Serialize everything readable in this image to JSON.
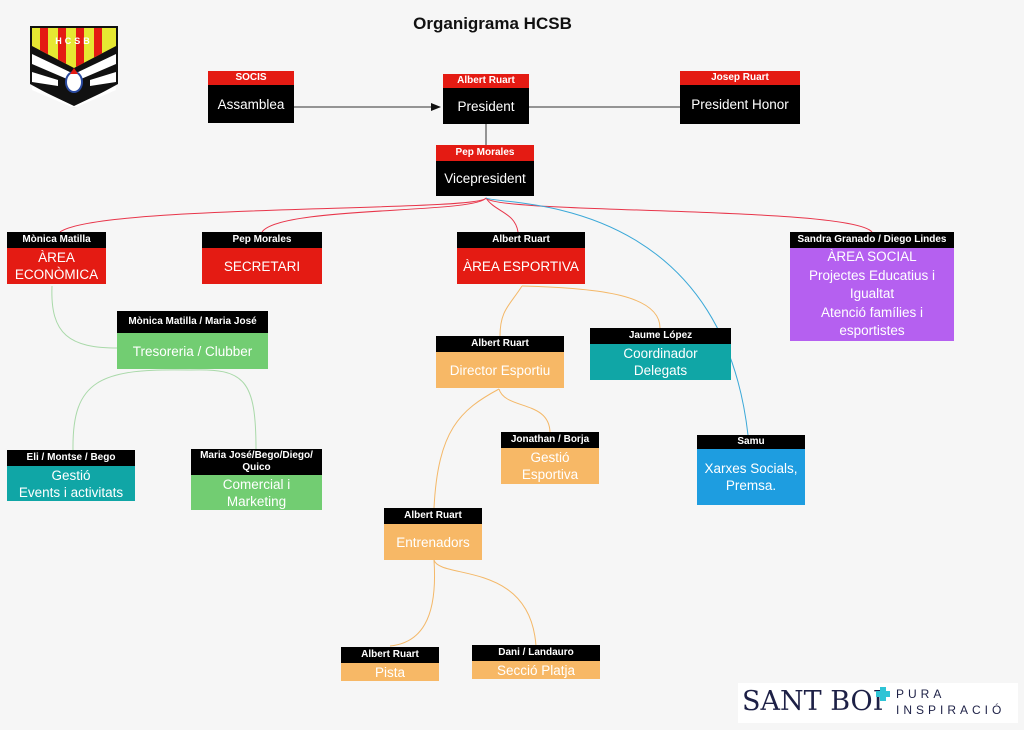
{
  "title": "Organigrama HCSB",
  "logo": {
    "name": "HCSB",
    "letters": "HCSB"
  },
  "colors": {
    "black": "#000000",
    "red": "#e41b13",
    "green": "#72cd72",
    "teal": "#10a6a6",
    "orange": "#f7b866",
    "purple": "#b560f0",
    "blue": "#1e9de0",
    "line_red": "#e8354a",
    "line_blue": "#3aa8d8",
    "line_orange": "#f4b868",
    "line_green": "#a9d9a9"
  },
  "nodes": {
    "assemblea": {
      "person": "SOCIS",
      "role": "Assamblea"
    },
    "president": {
      "person": "Albert Ruart",
      "role": "President"
    },
    "president_honor": {
      "person": "Josep Ruart",
      "role": "President Honor"
    },
    "vicepresident": {
      "person": "Pep Morales",
      "role": "Vicepresident"
    },
    "area_economica": {
      "person": "Mònica Matilla",
      "role_lines": [
        "ÀREA",
        "ECONÒMICA"
      ]
    },
    "secretari": {
      "person": "Pep Morales",
      "role": "SECRETARI"
    },
    "area_esportiva": {
      "person": "Albert Ruart",
      "role": "ÀREA ESPORTIVA"
    },
    "area_social": {
      "person": "Sandra Granado / Diego Lindes",
      "role_lines": [
        "ÀREA SOCIAL",
        "Projectes Educatius i",
        "Igualtat",
        "Atenció famílies i",
        "esportistes"
      ]
    },
    "tresoreria": {
      "person": "Mònica Matilla / Maria José",
      "role": "Tresoreria / Clubber"
    },
    "coordinador": {
      "person": "Jaume López",
      "role_lines": [
        "Coordinador",
        "Delegats"
      ]
    },
    "director_esportiu": {
      "person": "Albert Ruart",
      "role": "Director Esportiu"
    },
    "gestio_events": {
      "person": "Eli / Montse  / Bego",
      "role_lines": [
        "Gestió",
        "Events i activitats"
      ]
    },
    "comercial": {
      "person": "Maria José/Bego/Diego/ Quico",
      "role_lines": [
        "Comercial i",
        "Marketing"
      ]
    },
    "gestio_esportiva": {
      "person": "Jonathan / Borja",
      "role_lines": [
        "Gestió",
        "Esportiva"
      ]
    },
    "xarxes": {
      "person": "Samu",
      "role_lines": [
        "Xarxes Socials,",
        "Premsa."
      ]
    },
    "entrenadors": {
      "person": "Albert Ruart",
      "role": "Entrenadors"
    },
    "pista": {
      "person": "Albert Ruart",
      "role": "Pista"
    },
    "platja": {
      "person": "Dani  / Landauro",
      "role": "Secció Platja"
    }
  },
  "footer_logo": {
    "main": "SANT BOI",
    "line1": "PURA",
    "line2": "INSPIRACIÓ"
  }
}
